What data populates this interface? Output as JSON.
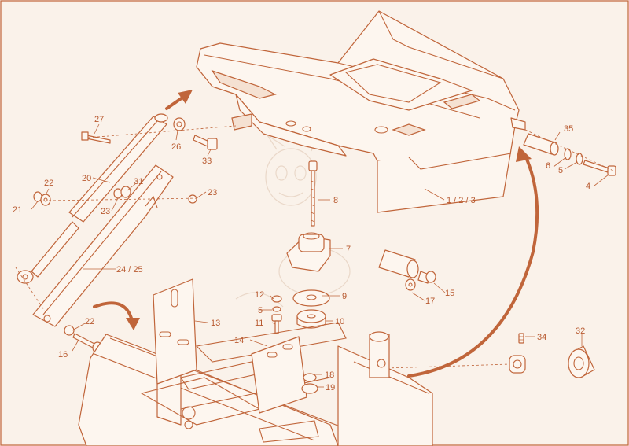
{
  "labels": {
    "l27": "27",
    "l26": "26",
    "l33": "33",
    "l35": "35",
    "l6": "6",
    "l5a": "5",
    "l4": "4",
    "l20": "20",
    "l22a": "22",
    "l21": "21",
    "l31": "31",
    "l23a": "23",
    "l23b": "23",
    "l8": "8",
    "l123": "1 / 2 / 3",
    "l7": "7",
    "l2425": "24 / 25",
    "l12": "12",
    "l9": "9",
    "l5b": "5",
    "l15": "15",
    "l17": "17",
    "l11": "11",
    "l10": "10",
    "l13": "13",
    "l22b": "22",
    "l16": "16",
    "l14": "14",
    "l34": "34",
    "l32": "32",
    "l18": "18",
    "l19": "19"
  },
  "colors": {
    "line": "#c0653a",
    "background": "#faf2ea",
    "text": "#b85a30"
  }
}
